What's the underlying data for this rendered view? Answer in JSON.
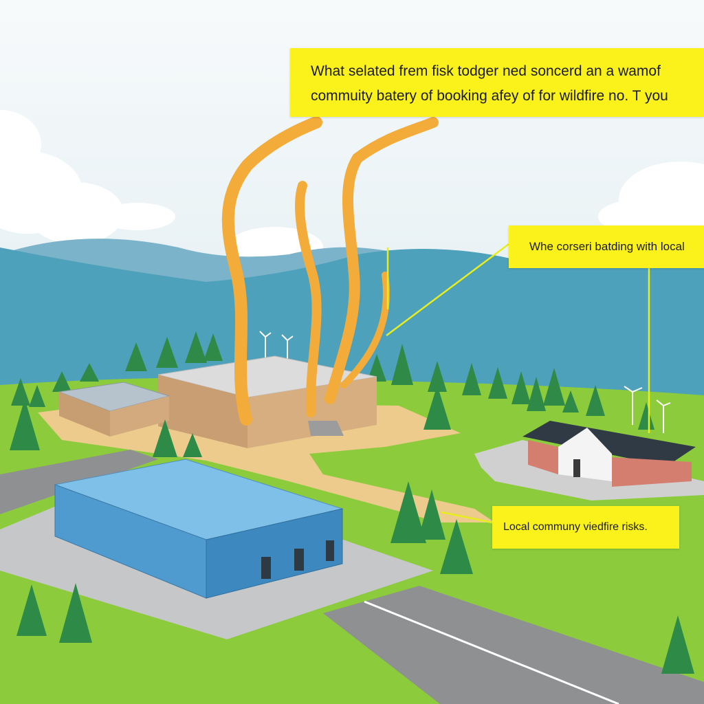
{
  "callouts": {
    "top": {
      "line1": "What selated frem fisk todger ned soncerd an a wamof",
      "line2": "commuity batery of booking afey of for wildfire no. T you"
    },
    "right": {
      "text": "Whe corseri batding with local"
    },
    "bottom": {
      "text": "Local communy viedfire risks."
    }
  },
  "colors": {
    "sky": "#eef4f6",
    "mountain_far": "#6aaac6",
    "mountain_near": "#4ca0b8",
    "grass": "#88c93a",
    "sand": "#ecc98a",
    "road": "#8f8f8f",
    "smoke": "#f3ac3a",
    "battery_block": "#5ea6d8",
    "callout": "#fbf21c",
    "leader_line": "#e6ee1e"
  },
  "icons": [
    "smoke-plume",
    "wind-turbine",
    "pine-tree",
    "battery-container",
    "community-house",
    "warehouse-building"
  ]
}
